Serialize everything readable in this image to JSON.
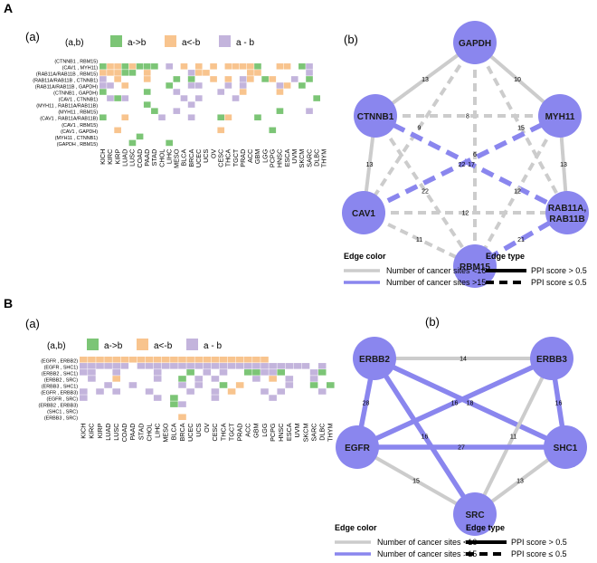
{
  "colors": {
    "a_gt_b": "#7cc576",
    "a_lt_b": "#f8c48e",
    "a_dash_b": "#c3b4dc",
    "node": "#8a86ee",
    "edge_low": "#cccccc",
    "edge_high": "#8a86ee"
  },
  "cancers": [
    "KICH",
    "KIRC",
    "KIRP",
    "LUAD",
    "LUSC",
    "COAD",
    "PAAD",
    "STAD",
    "CHOL",
    "LIHC",
    "MESO",
    "BLCA",
    "BRCA",
    "UCEC",
    "UCS",
    "OV",
    "CESC",
    "THCA",
    "TGCT",
    "PRAD",
    "ACC",
    "GBM",
    "LGG",
    "PCPG",
    "HNSC",
    "ESCA",
    "UVM",
    "SKCM",
    "SARC",
    "DLBC",
    "THYM"
  ],
  "panelA": {
    "label": "A",
    "heatmap": {
      "label": "(a)",
      "legend_title": "(a,b)",
      "legend": [
        "a->b",
        "a<-b",
        "a - b"
      ],
      "rows": [
        {
          "name": "(CTNNB1 , RBM15)",
          "cells": "000000000000000000000000000000"
        },
        {
          "name": "(CAV1 , MYH11)",
          "cells": "1221211103020202022221002201300"
        },
        {
          "name": "(RAB11A/RAB11B , RBM15)",
          "cells": "2221102000003220000022000000300"
        },
        {
          "name": "(RAB11A/RAB11B , CTNNB1)",
          "cells": "3020002000101002020320120030100"
        },
        {
          "name": "(RAB11A/RAB11B , GAPDH)",
          "cells": "3302000001003300030300003201000"
        },
        {
          "name": "(CTNNB1 , GAPDH)",
          "cells": "1000001000300000300200002000000"
        },
        {
          "name": "(CAV1 , CTNNB1)",
          "cells": "0313000000030300003000000000010"
        },
        {
          "name": "(MYH11 , RAB11A/RAB11B)",
          "cells": "0000001000003000000000000000000"
        },
        {
          "name": "(MYH11 , RBM15)",
          "cells": "0000000100300000000000001000300"
        },
        {
          "name": "(CAV1 , RAB11A/RAB11B)",
          "cells": "1002000030003000120001000000000"
        },
        {
          "name": "(CAV1 , RBM15)",
          "cells": "0000000000000000000000000000000"
        },
        {
          "name": "(CAV1 , GAPDH)",
          "cells": "0020000000000000200000010000000"
        },
        {
          "name": "(MYH11 , CTNNB1)",
          "cells": "0000010000000000000000000000000"
        },
        {
          "name": "(GAPDH , RBM15)",
          "cells": "0000100001000000000000000000000"
        }
      ]
    },
    "network": {
      "label": "(b)",
      "nodes": [
        {
          "id": "GAPDH",
          "lines": [
            "GAPDH"
          ]
        },
        {
          "id": "CTNNB1",
          "lines": [
            "CTNNB1"
          ]
        },
        {
          "id": "MYH11",
          "lines": [
            "MYH11"
          ]
        },
        {
          "id": "CAV1",
          "lines": [
            "CAV1"
          ]
        },
        {
          "id": "RAB11",
          "lines": [
            "RAB11A,",
            "RAB11B"
          ]
        },
        {
          "id": "RBM15",
          "lines": [
            "RBM15"
          ]
        }
      ],
      "edges": [
        {
          "a": "GAPDH",
          "b": "CTNNB1",
          "weight": "13",
          "high": false,
          "solid": true
        },
        {
          "a": "GAPDH",
          "b": "MYH11",
          "weight": "10",
          "high": false,
          "solid": true
        },
        {
          "a": "GAPDH",
          "b": "CAV1",
          "weight": "9",
          "high": false,
          "solid": false
        },
        {
          "a": "GAPDH",
          "b": "RAB11",
          "weight": "15",
          "high": false,
          "solid": false
        },
        {
          "a": "GAPDH",
          "b": "RBM15",
          "weight": "6",
          "high": false,
          "solid": false
        },
        {
          "a": "CTNNB1",
          "b": "MYH11",
          "weight": "8",
          "high": false,
          "solid": false
        },
        {
          "a": "CTNNB1",
          "b": "CAV1",
          "weight": "13",
          "high": false,
          "solid": true
        },
        {
          "a": "CTNNB1",
          "b": "RAB11",
          "weight": "17",
          "high": true,
          "solid": false
        },
        {
          "a": "CTNNB1",
          "b": "RBM15",
          "weight": "22",
          "high": false,
          "solid": false
        },
        {
          "a": "MYH11",
          "b": "CAV1",
          "weight": "22",
          "high": true,
          "solid": false
        },
        {
          "a": "MYH11",
          "b": "RAB11",
          "weight": "13",
          "high": false,
          "solid": true
        },
        {
          "a": "MYH11",
          "b": "RBM15",
          "weight": "12",
          "high": false,
          "solid": false
        },
        {
          "a": "CAV1",
          "b": "RAB11",
          "weight": "12",
          "high": false,
          "solid": false
        },
        {
          "a": "CAV1",
          "b": "RBM15",
          "weight": "11",
          "high": false,
          "solid": false
        },
        {
          "a": "RAB11",
          "b": "RBM15",
          "weight": "21",
          "high": true,
          "solid": false
        }
      ]
    }
  },
  "panelB": {
    "label": "B",
    "heatmap": {
      "label": "(a)",
      "legend_title": "(a,b)",
      "legend": [
        "a->b",
        "a<-b",
        "a - b"
      ],
      "rows": [
        {
          "name": "(EGFR , ERBB2)",
          "cells": "2222222222222222222222200000000"
        },
        {
          "name": "(EGFR , SHC1)",
          "cells": "3333330333333333333333333333030"
        },
        {
          "name": "(ERBB2 , SHC1)",
          "cells": "3300300003000103030011331000310"
        },
        {
          "name": "(ERBB2 , SRC)",
          "cells": "0300200003001030300003020300300"
        },
        {
          "name": "(ERBB3 , SHC1)",
          "cells": "0003003000003030010200000300101"
        },
        {
          "name": "(EGFR , ERBB3)",
          "cells": "3030300030000300302000303000030"
        },
        {
          "name": "(EGFR , SRC)",
          "cells": "3000000003010000300000030000000"
        },
        {
          "name": "(ERBB2 , ERBB3)",
          "cells": "0000000000013000000000000000000"
        },
        {
          "name": "(SHC1 , SRC)",
          "cells": "0000000000000000000000000000000"
        },
        {
          "name": "(ERBB3 , SRC)",
          "cells": "0000000000002000000000000000000"
        }
      ]
    },
    "network": {
      "label": "(b)",
      "nodes": [
        {
          "id": "ERBB2",
          "lines": [
            "ERBB2"
          ]
        },
        {
          "id": "ERBB3",
          "lines": [
            "ERBB3"
          ]
        },
        {
          "id": "EGFR",
          "lines": [
            "EGFR"
          ]
        },
        {
          "id": "SHC1",
          "lines": [
            "SHC1"
          ]
        },
        {
          "id": "SRC",
          "lines": [
            "SRC"
          ]
        }
      ],
      "edges": [
        {
          "a": "ERBB2",
          "b": "ERBB3",
          "weight": "14",
          "high": false,
          "solid": true
        },
        {
          "a": "ERBB2",
          "b": "EGFR",
          "weight": "28",
          "high": true,
          "solid": true
        },
        {
          "a": "ERBB2",
          "b": "SHC1",
          "weight": "18",
          "high": true,
          "solid": true
        },
        {
          "a": "ERBB2",
          "b": "SRC",
          "weight": "16",
          "high": true,
          "solid": true
        },
        {
          "a": "ERBB3",
          "b": "EGFR",
          "weight": "16",
          "high": true,
          "solid": true
        },
        {
          "a": "ERBB3",
          "b": "SHC1",
          "weight": "16",
          "high": true,
          "solid": true
        },
        {
          "a": "ERBB3",
          "b": "SRC",
          "weight": "11",
          "high": false,
          "solid": true
        },
        {
          "a": "EGFR",
          "b": "SHC1",
          "weight": "27",
          "high": true,
          "solid": true
        },
        {
          "a": "EGFR",
          "b": "SRC",
          "weight": "15",
          "high": false,
          "solid": true
        },
        {
          "a": "SHC1",
          "b": "SRC",
          "weight": "13",
          "high": false,
          "solid": true
        }
      ]
    }
  },
  "legend_edges": {
    "color_title": "Edge color",
    "low_label": "Number of cancer sites <16",
    "high_label": "Number of cancer sites >15",
    "type_title": "Edge type",
    "solid_label": "PPI score > 0.5",
    "dashed_label": "PPI score ≤ 0.5"
  }
}
